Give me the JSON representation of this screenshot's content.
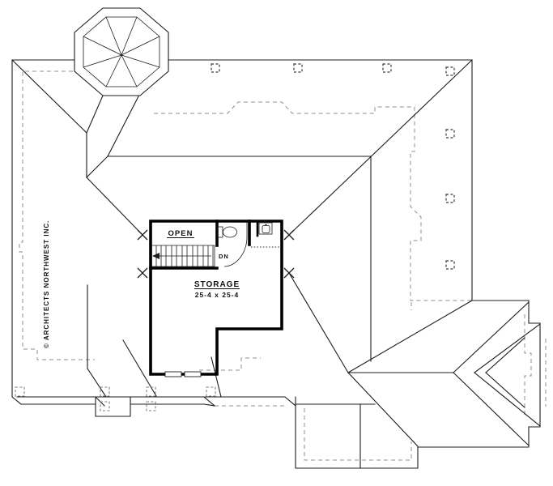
{
  "drawing": {
    "labels": {
      "open": "OPEN",
      "down": "DN",
      "storage_title": "STORAGE",
      "storage_dimensions": "25-4 x 25-4",
      "architect_credit": "© ARCHITECTS NORTHWEST INC."
    },
    "colors": {
      "line": "#1c1c1c",
      "wall": "#000000",
      "dashed_outline": "#8f8f8f",
      "background": "#ffffff"
    }
  }
}
